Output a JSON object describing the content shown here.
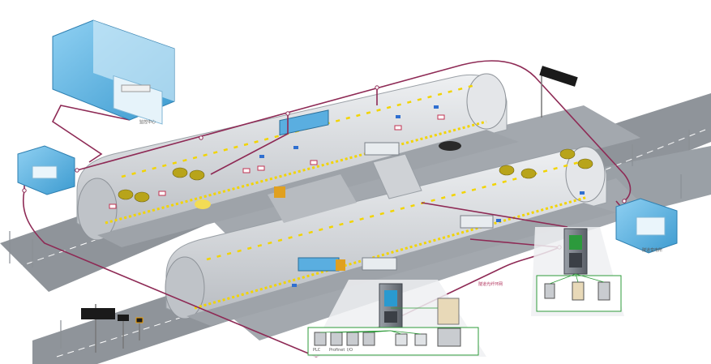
{
  "network_color": "#8e2a55",
  "tunnel_color": "#d7d9dd",
  "road_color": "#8f949a",
  "lane_marker_color": "#f2d400",
  "room_color": "#5fb3e0",
  "labels": {
    "top_room": "监控中心",
    "right_room": "隧道变电所",
    "network": "隧道光纤环网",
    "left_vms": "",
    "cabinet_items": [
      "PLC",
      "Profinet",
      "I/O",
      "",
      "",
      "",
      "",
      ""
    ],
    "right_items": [
      "",
      "",
      ""
    ]
  },
  "icons": {
    "fan": "jet-fan-icon",
    "camera": "camera-icon",
    "light": "tunnel-light-icon",
    "sign": "lane-sign-icon",
    "cabinet": "plc-cabinet-icon",
    "vms": "variable-message-sign-icon"
  }
}
